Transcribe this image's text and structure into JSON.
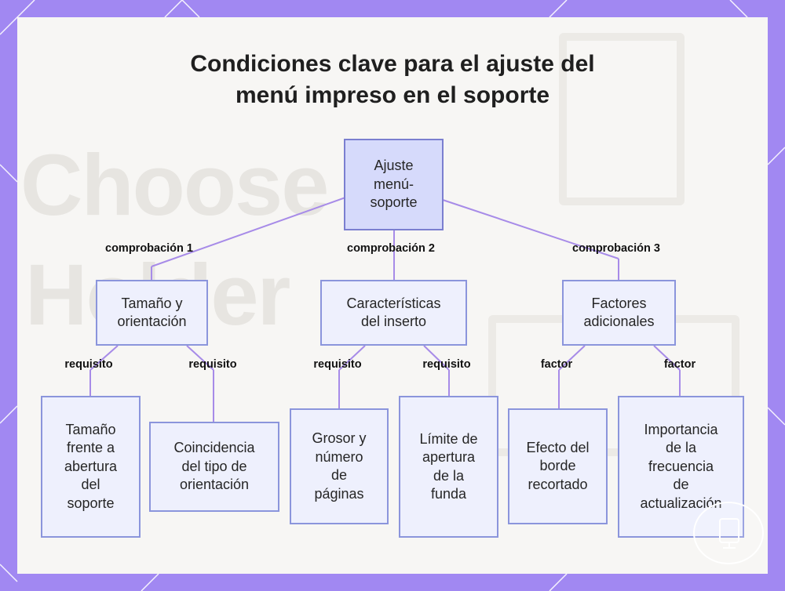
{
  "title": [
    "Condiciones clave para el ajuste del",
    "menú impreso en el soporte"
  ],
  "background_text": [
    "Choose",
    "Holder"
  ],
  "nodes": {
    "root": [
      "Ajuste",
      "menú-",
      "soporte"
    ],
    "size_orientation": [
      "Tamaño y",
      "orientación"
    ],
    "insert_features": [
      "Características",
      "del inserto"
    ],
    "extra_factors": [
      "Factores",
      "adicionales"
    ],
    "size_vs_opening": [
      "Tamaño",
      "frente a",
      "abertura",
      "del",
      "soporte"
    ],
    "orientation_match": [
      "Coincidencia",
      "del tipo de",
      "orientación"
    ],
    "thickness_pages": [
      "Grosor y",
      "número",
      "de",
      "páginas"
    ],
    "sleeve_limit": [
      "Límite de",
      "apertura",
      "de la",
      "funda"
    ],
    "trimmed_edge": [
      "Efecto del",
      "borde",
      "recortado"
    ],
    "update_frequency": [
      "Importancia",
      "de la",
      "frecuencia",
      "de",
      "actualización"
    ]
  },
  "edge_labels": {
    "check1": "comprobación 1",
    "check2": "comprobación 2",
    "check3": "comprobación 3",
    "req1": "requisito",
    "req2": "requisito",
    "req3": "requisito",
    "req4": "requisito",
    "factor1": "factor",
    "factor2": "factor"
  },
  "colors": {
    "frame": "#a188f2",
    "edge": "#a78be8",
    "node_fill": "#eef0fd",
    "node_border": "#8b95dc",
    "root_fill": "#d6dafb"
  },
  "icons": {
    "corner_badge": "monitor-icon"
  }
}
